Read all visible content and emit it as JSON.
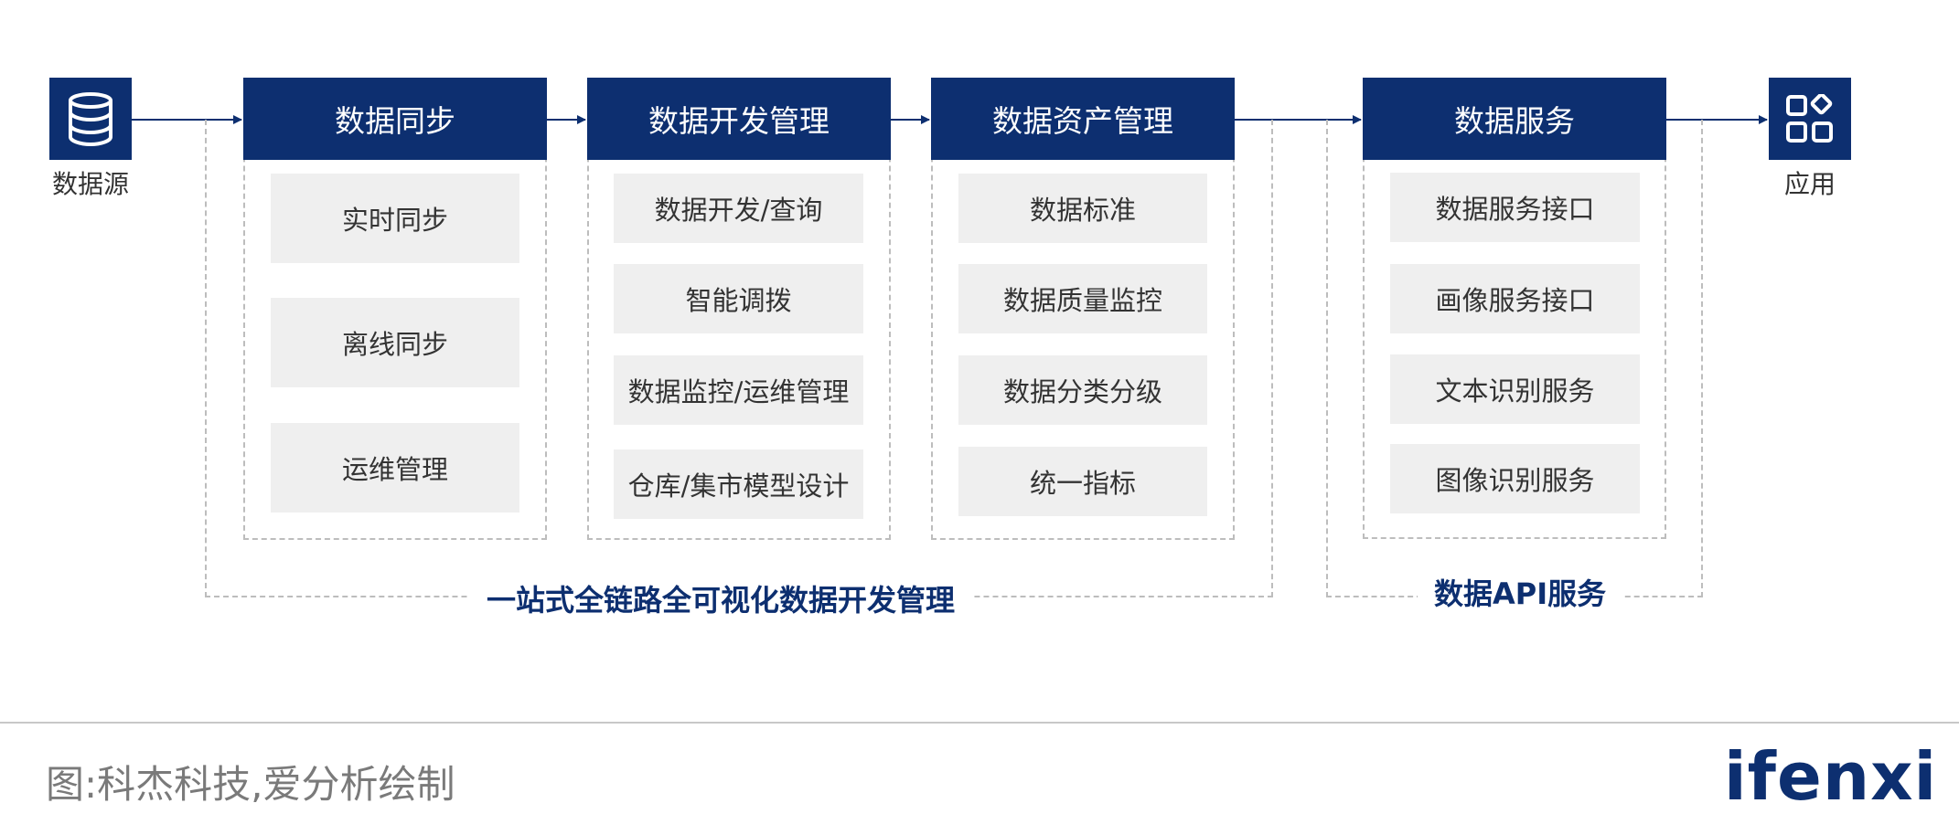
{
  "source": {
    "label": "数据源",
    "icon": "database-icon"
  },
  "groups": [
    {
      "title": "数据同步",
      "items": [
        "实时同步",
        "离线同步",
        "运维管理"
      ]
    },
    {
      "title": "数据开发管理",
      "items": [
        "数据开发/查询",
        "智能调拨",
        "数据监控/运维管理",
        "仓库/集市模型设计"
      ]
    },
    {
      "title": "数据资产管理",
      "items": [
        "数据标准",
        "数据质量监控",
        "数据分类分级",
        "统一指标"
      ]
    },
    {
      "title": "数据服务",
      "items": [
        "数据服务接口",
        "画像服务接口",
        "文本识别服务",
        "图像识别服务"
      ]
    }
  ],
  "app": {
    "label": "应用",
    "icon": "apps-icon"
  },
  "bottom_labels": {
    "platform": "一站式全链路全可视化数据开发管理",
    "api": "数据API服务"
  },
  "caption": "图:科杰科技,爱分析绘制",
  "logo": "ifenxi",
  "colors": {
    "primary": "#0d2f70",
    "item_bg": "#efefef",
    "dash": "#bdbdbd",
    "caption": "#7a7a7a"
  }
}
